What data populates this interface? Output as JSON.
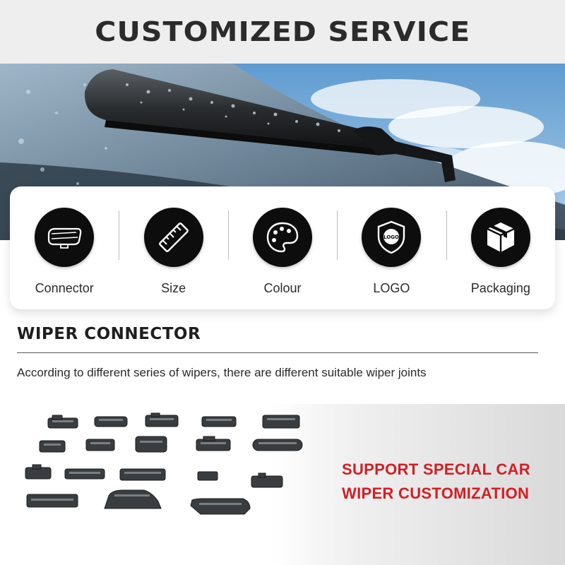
{
  "header": {
    "title": "CUSTOMIZED SERVICE"
  },
  "features": [
    {
      "label": "Connector",
      "icon": "connector-icon"
    },
    {
      "label": "Size",
      "icon": "ruler-icon"
    },
    {
      "label": "Colour",
      "icon": "palette-icon"
    },
    {
      "label": "LOGO",
      "icon": "logo-shield-icon",
      "badge_text": "LOGO"
    },
    {
      "label": "Packaging",
      "icon": "box-icon"
    }
  ],
  "section": {
    "title": "WIPER CONNECTOR",
    "description": "According to different series of wipers, there are different suitable wiper joints"
  },
  "promo": {
    "line1": "SUPPORT SPECIAL CAR",
    "line2": "WIPER CUSTOMIZATION",
    "color": "#d31e24"
  }
}
